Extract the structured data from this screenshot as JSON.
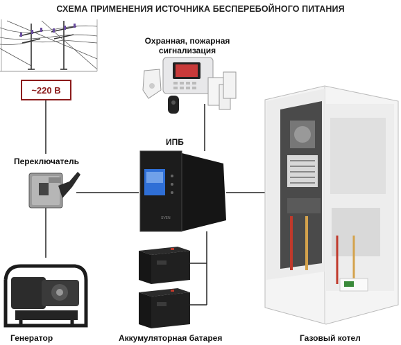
{
  "title": "СХЕМА ПРИМЕНЕНИЯ ИСТОЧНИКА БЕСПЕРЕБОЙНОГО ПИТАНИЯ",
  "voltage": "~220 В",
  "labels": {
    "alarm_line1": "Охранная, пожарная",
    "alarm_line2": "сигнализация",
    "ups": "ИПБ",
    "switch": "Переключатель",
    "generator": "Генератор",
    "battery": "Аккумуляторная батарея",
    "boiler": "Газовый котел"
  },
  "brand": "SVEN",
  "colors": {
    "voltage_frame": "#8b1a1a",
    "connector": "#222222",
    "boiler_red": "#c0392b",
    "ups_screen": "#2f6fd6"
  },
  "icons": [
    "power-line-icon",
    "alarm-panel-icon",
    "ups-icon",
    "switch-icon",
    "generator-icon",
    "battery-icon",
    "gas-boiler-icon"
  ]
}
